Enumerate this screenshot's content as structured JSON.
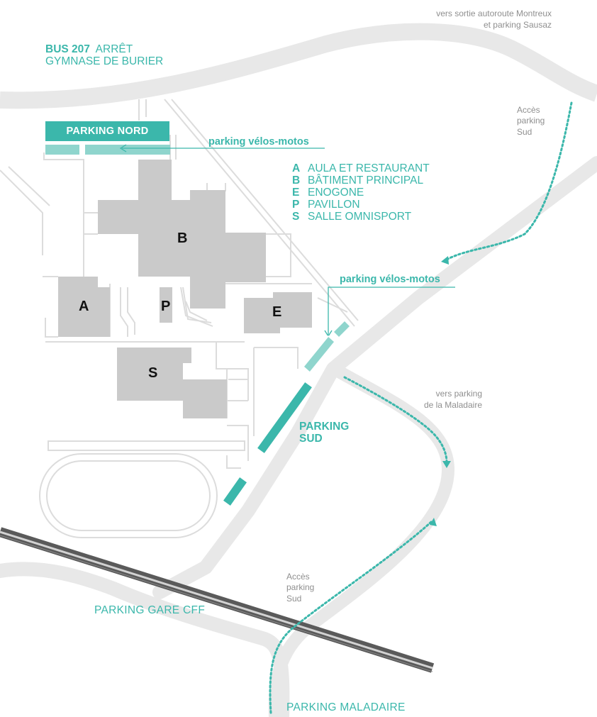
{
  "bus_stop": {
    "line": "BUS 207",
    "arret": "ARRÊT",
    "name": "GYMNASE DE BURIER"
  },
  "highway_exit": {
    "line1": "vers sortie autoroute Montreux",
    "line2": "et parking Sausaz"
  },
  "access_north": {
    "line1": "Accès",
    "line2": "parking",
    "line3": "Sud"
  },
  "access_south": {
    "line1": "Accès",
    "line2": "parking",
    "line3": "Sud"
  },
  "vers_maladaire": {
    "line1": "vers parking",
    "line2": "de la Maladaire"
  },
  "parking_nord": "PARKING NORD",
  "parking_velos_1": "parking vélos-motos",
  "parking_velos_2": "parking vélos-motos",
  "legend": [
    {
      "letter": "A",
      "name": "AULA ET RESTAURANT"
    },
    {
      "letter": "B",
      "name": "BÂTIMENT PRINCIPAL"
    },
    {
      "letter": "E",
      "name": "ENOGONE"
    },
    {
      "letter": "P",
      "name": "PAVILLON"
    },
    {
      "letter": "S",
      "name": "SALLE OMNISPORT"
    }
  ],
  "buildings": {
    "a": "A",
    "b": "B",
    "p": "P",
    "e": "E",
    "s": "S"
  },
  "parking_sud": {
    "line1": "PARKING",
    "line2": "SUD"
  },
  "parking_gare": "PARKING GARE CFF",
  "parking_maladaire": "PARKING MALADAIRE",
  "colors": {
    "accent": "#3bb7ab",
    "accent_light": "#8fd5cd",
    "road": "#e8e8e8",
    "building": "#cacaca",
    "outline": "#d8d8d8",
    "rail": "#5a5a5a",
    "grey_text": "#8f8f8f"
  }
}
